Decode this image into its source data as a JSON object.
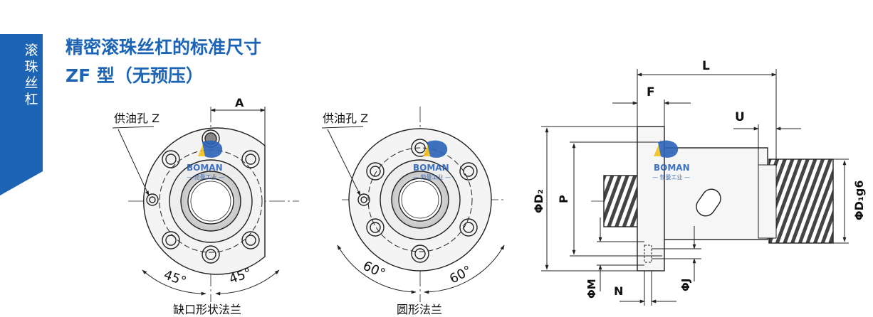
{
  "side_tab": {
    "chars": [
      "滚",
      "珠",
      "丝",
      "杠"
    ]
  },
  "title": "精密滚珠丝杠的标准尺寸",
  "subtitle": "ZF 型（无预压）",
  "watermark": {
    "brand": "BOMAN",
    "sub": "— 勃曼工业 —"
  },
  "left_view": {
    "oil_hole": "供油孔 Z",
    "dim_a": "A",
    "angle_left": "45°",
    "angle_right": "45°",
    "caption": "缺口形状法兰"
  },
  "middle_view": {
    "oil_hole": "供油孔 Z",
    "angle_left": "60°",
    "angle_right": "60°",
    "caption": "圆形法兰"
  },
  "side_view": {
    "dim_l": "L",
    "dim_f": "F",
    "dim_u": "U",
    "dim_d2": "ΦD₂",
    "dim_p": "P",
    "dim_d1": "ΦD₁g6",
    "dim_m": "ΦM",
    "dim_n": "N",
    "dim_j": "ΦJ"
  },
  "colors": {
    "brand_blue": "#1e64b4",
    "line": "#222222",
    "watermark_blue": "#2a63b8",
    "watermark_yellow": "#f2c21c"
  }
}
